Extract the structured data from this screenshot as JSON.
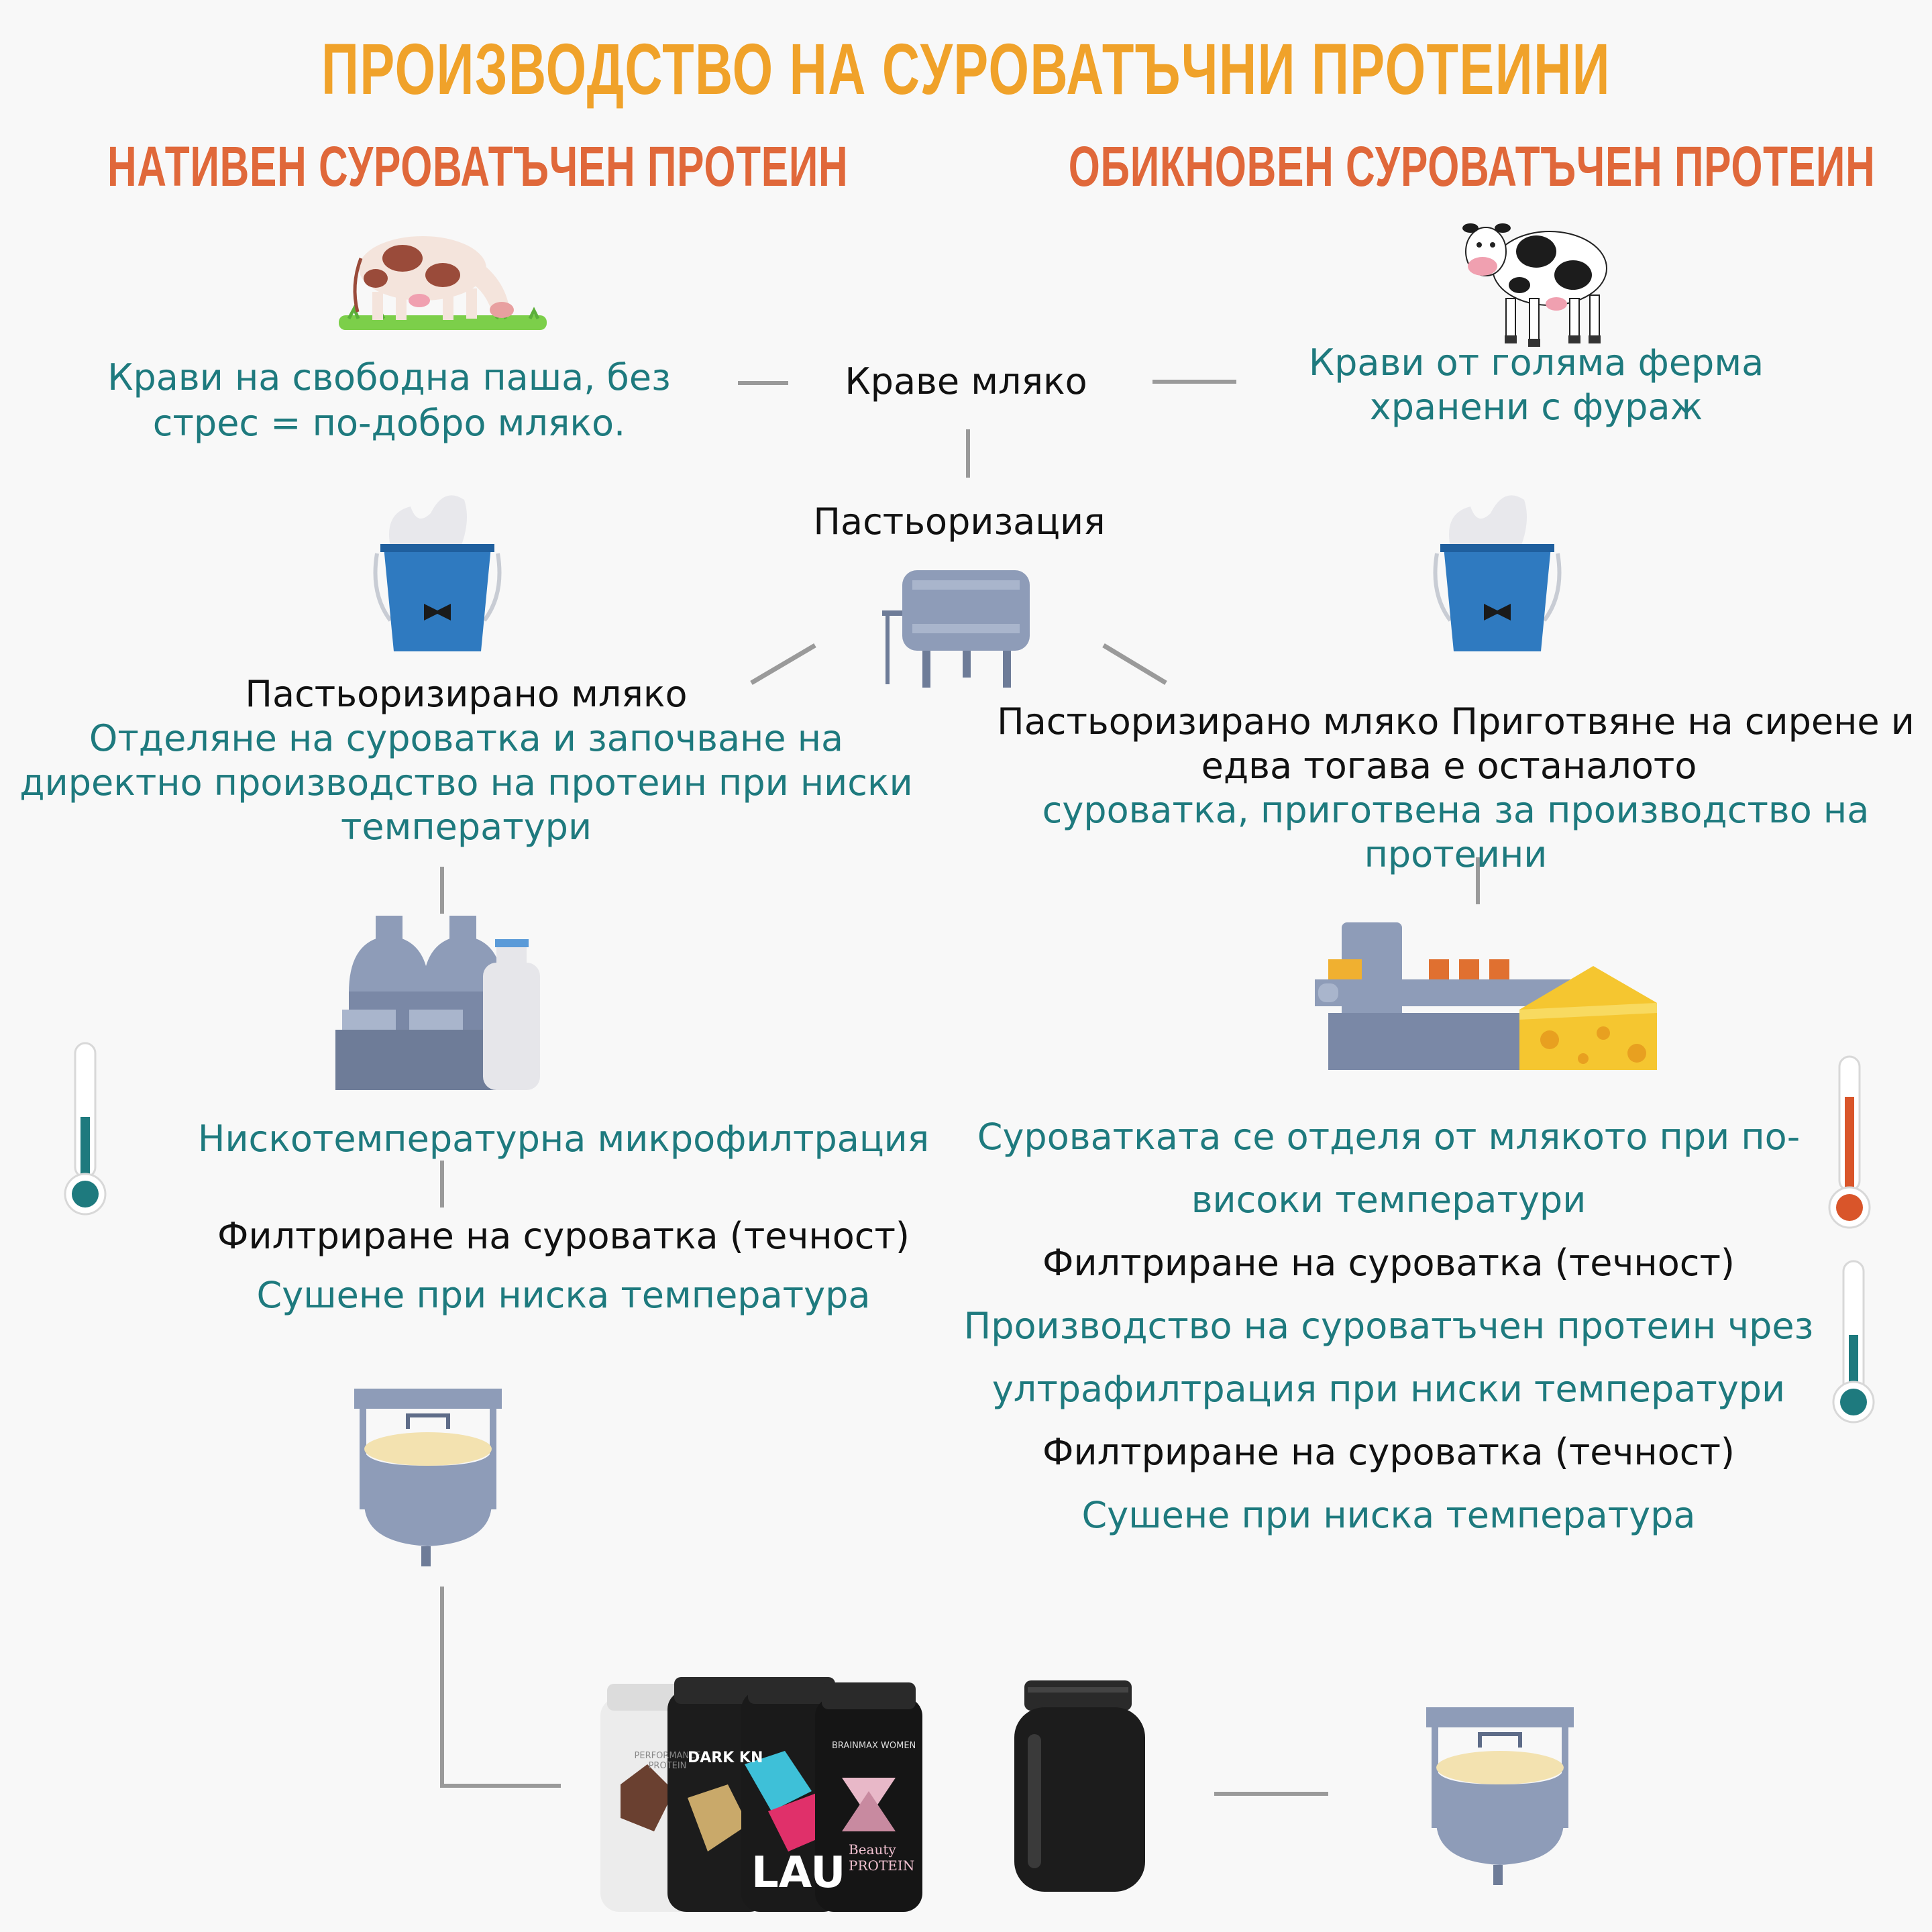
{
  "title": "ПРОИЗВОДСТВО НА СУРОВАТЪЧНИ ПРОТЕИНИ",
  "left": {
    "heading": "НАТИВЕН СУРОВАТЪЧЕН ПРОТЕИН",
    "cows_text_1": "Крави на свободна паша, без",
    "cows_text_2": "стрес = по-добро мляко.",
    "pasteurized": "Пастьоризирано мляко",
    "separation_1": "Отделяне на суроватка и започване на",
    "separation_2": "директно производство на протеин при ниски",
    "separation_3": "температури",
    "microfiltration": "Нискотемпературна микрофилтрация",
    "filtering": "Филтриране на суроватка (течност)",
    "drying": "Сушене при ниска температура"
  },
  "center": {
    "milk": "Краве мляко",
    "pasteurization": "Пастьоризация"
  },
  "right": {
    "heading": "ОБИКНОВЕН СУРОВАТЪЧЕН ПРОТЕИН",
    "cows_text_1": "Крави от голяма ферма",
    "cows_text_2": "хранени с фураж",
    "pasteurized_1": "Пастьоризирано мляко Приготвяне на сирене и",
    "pasteurized_2": "едва тогава е останалото",
    "whey_1": "суроватка, приготвена за производство на",
    "whey_2": "протеини",
    "separation_1": "Суроватката се отделя от млякото при по-",
    "separation_2": "високи температури",
    "filtering_1": "Филтриране на суроватка (течност)",
    "ultrafiltration_1": "Производство на суроватъчен протеин чрез",
    "ultrafiltration_2": "ултрафилтрация при ниски температури",
    "filtering_2": "Филтриране на суроватка (течност)",
    "drying": "Сушене при ниска температура"
  },
  "products": {
    "jar_1_label": "PERFORMANCE PROTEIN",
    "jar_2_label": "DARK KN",
    "jar_3_label": "LAU",
    "jar_4_label": "Beauty PROTEIN",
    "jar_4_brand": "BRAINMAX WOMEN"
  },
  "colors": {
    "title": "#f0a22a",
    "heading": "#e0683a",
    "teal_text": "#1e7a7e",
    "connector": "#9a9a9a",
    "machine": "#8e9cb8",
    "bucket": "#2f7ac0",
    "thermo_cold": "#1e7a7e",
    "thermo_hot": "#d9552a"
  }
}
